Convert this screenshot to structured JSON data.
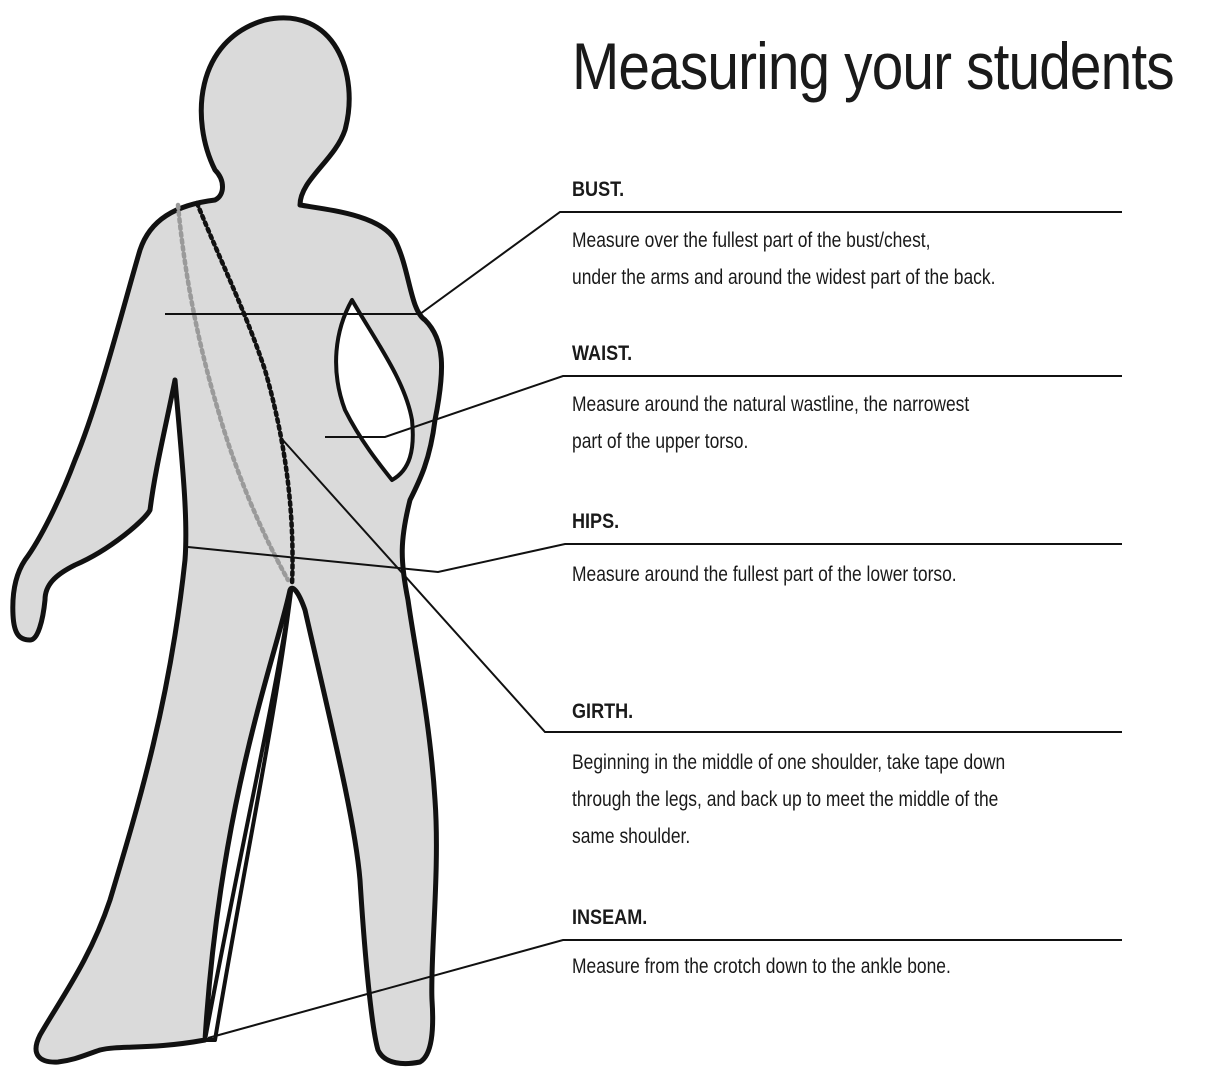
{
  "title": "Measuring your students",
  "sections": [
    {
      "heading": "BUST.",
      "lines": [
        "Measure over the fullest part of the bust/chest,",
        "under the arms and around the widest part of the back."
      ]
    },
    {
      "heading": "WAIST.",
      "lines": [
        "Measure around the natural wastline, the narrowest",
        "part of the upper torso."
      ]
    },
    {
      "heading": "HIPS.",
      "lines": [
        "Measure around the fullest part of the lower torso."
      ]
    },
    {
      "heading": "GIRTH.",
      "lines": [
        "Beginning in the middle of one shoulder, take tape down",
        "through the legs, and back up to meet the middle of the",
        "same shoulder."
      ]
    },
    {
      "heading": "INSEAM.",
      "lines": [
        "Measure from the crotch down to the ankle bone."
      ]
    }
  ],
  "colors": {
    "body_fill": "#dadada",
    "outline": "#111111",
    "text": "#1a1a1a",
    "front_tape": "#111111",
    "back_tape": "#9a9a9a"
  }
}
